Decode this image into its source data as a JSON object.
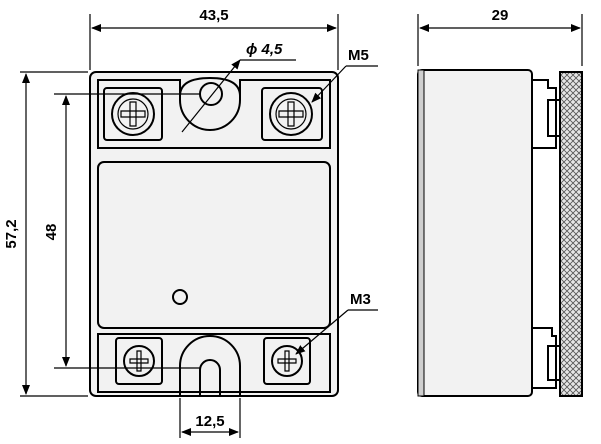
{
  "dimensions": {
    "width": "43,5",
    "depth": "29",
    "height": "57,2",
    "pitch": "48",
    "hole": "ϕ 4,5",
    "slot": "12,5"
  },
  "threads": {
    "main": "M5",
    "control": "M3"
  },
  "colors": {
    "line": "#000000",
    "body": "#f2f2f2",
    "heatsink": "#d9d9d9"
  }
}
